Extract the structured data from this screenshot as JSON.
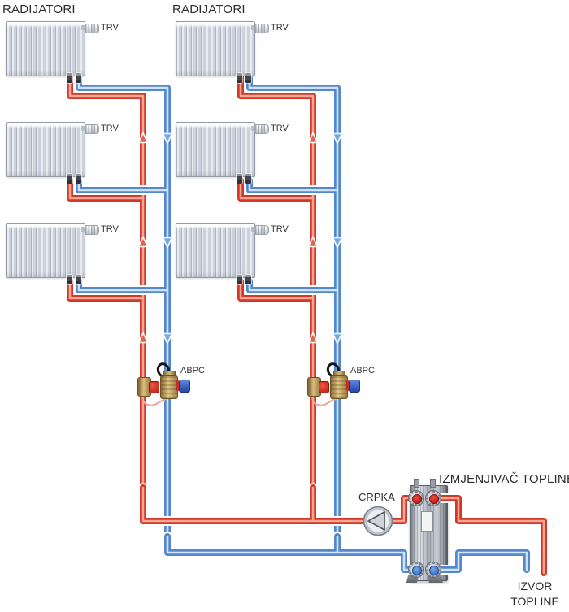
{
  "system": {
    "columns": [
      {
        "title": "RADIJATORI",
        "abpc": "ABPC",
        "radiators": [
          {
            "trv": "TRV"
          },
          {
            "trv": "TRV"
          },
          {
            "trv": "TRV"
          }
        ]
      },
      {
        "title": "RADIJATORI",
        "abpc": "ABPC",
        "radiators": [
          {
            "trv": "TRV"
          },
          {
            "trv": "TRV"
          },
          {
            "trv": "TRV"
          }
        ]
      }
    ],
    "pump": "CRPKA",
    "heat_exchanger": "IZMJENJIVAČ TOPLINE",
    "heat_source": {
      "line1": "IZVOR",
      "line2": "TOPLINE"
    },
    "colors": {
      "supply_red": "#d0392a",
      "supply_red_highlight": "#f8a593",
      "return_blue": "#5488cc",
      "return_blue_highlight": "#cfe2f7",
      "brass": "#c9a75f",
      "steel_gray": "#b6bcc4",
      "capillary_pink": "#ecab9e"
    }
  }
}
